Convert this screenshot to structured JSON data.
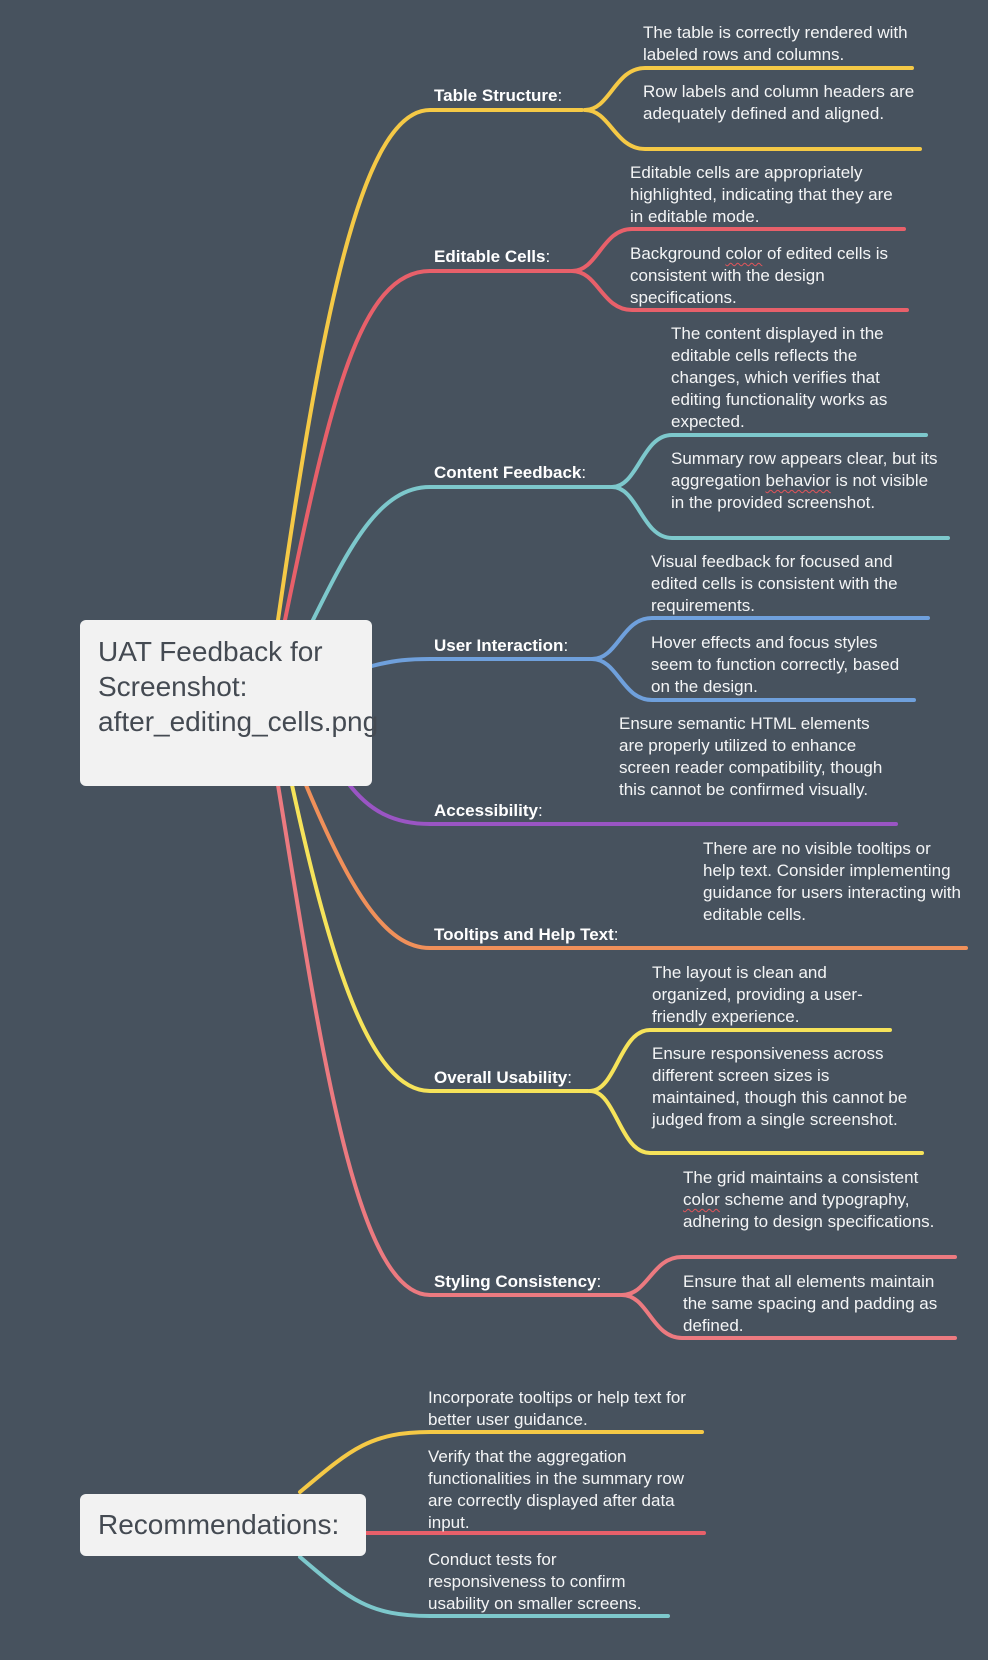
{
  "root_title": "UAT Feedback for Screenshot: after_editing_cells.png",
  "recommendations_title": "Recommendations:",
  "colors": {
    "background": "#47525e",
    "yellow": "#f5c946",
    "red": "#e8606a",
    "teal": "#7dc8cc",
    "blue": "#6fa0dc",
    "purple": "#9a55c4",
    "orange": "#f0905a",
    "light_yellow": "#f6e35a",
    "pink": "#ec7a80"
  },
  "branches": [
    {
      "label": "Table Structure",
      "leaves": [
        "The table is correctly rendered with labeled rows and columns.",
        "Row labels and column headers are adequately defined and aligned."
      ]
    },
    {
      "label": "Editable Cells",
      "leaves": [
        "Editable cells are appropriately highlighted, indicating that they are in editable mode.",
        "Background color of edited cells is consistent with the design specifications."
      ]
    },
    {
      "label": "Content Feedback",
      "leaves": [
        "The content displayed in the editable cells reflects the changes, which verifies that editing functionality works as expected.",
        "Summary row appears clear, but its aggregation behavior is not visible in the provided screenshot."
      ]
    },
    {
      "label": "User Interaction",
      "leaves": [
        "Visual feedback for focused and edited cells is consistent with the requirements.",
        "Hover effects and focus styles seem to function correctly, based on the design."
      ]
    },
    {
      "label": "Accessibility",
      "leaves": [
        "Ensure semantic HTML elements are properly utilized to enhance screen reader compatibility, though this cannot be confirmed visually."
      ]
    },
    {
      "label": "Tooltips and Help Text",
      "leaves": [
        "There are no visible tooltips or help text. Consider implementing guidance for users interacting with editable cells."
      ]
    },
    {
      "label": "Overall Usability",
      "leaves": [
        "The layout is clean and organized, providing a user-friendly experience.",
        "Ensure responsiveness across different screen sizes is maintained, though this cannot be judged from a single screenshot."
      ]
    },
    {
      "label": "Styling Consistency",
      "leaves": [
        "The grid maintains a consistent color scheme and typography, adhering to design specifications.",
        "Ensure that all elements maintain the same spacing and padding as defined."
      ]
    }
  ],
  "recommendations": [
    "Incorporate tooltips or help text for better user guidance.",
    "Verify that the aggregation functionalities in the summary row are correctly displayed after data input.",
    "Conduct tests for responsiveness to confirm usability on smaller screens."
  ]
}
